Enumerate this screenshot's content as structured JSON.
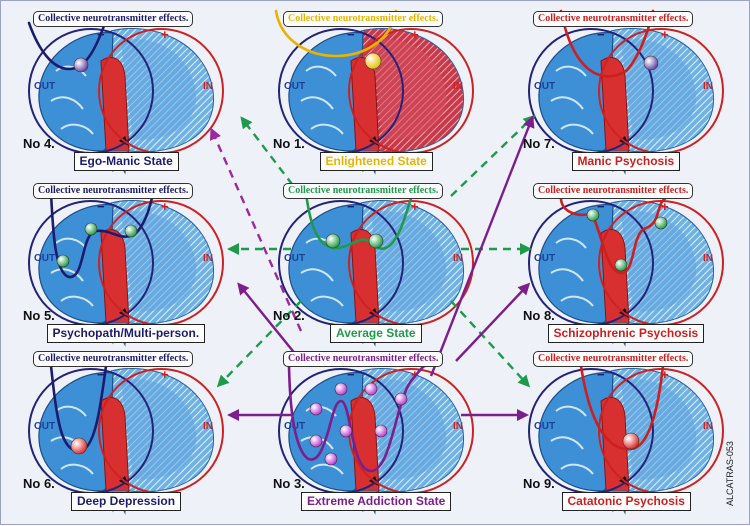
{
  "header_text": "Collective neurotransmitter effects.",
  "out_label": "OUT",
  "in_label": "IN",
  "minus_sign": "−",
  "plus_sign": "+",
  "credit": "ALCATRAS-053",
  "colors": {
    "brain_blue": "#3d8fd6",
    "hemisphere_blue": "#3a6fb8",
    "circle_out": "#23237a",
    "circle_in": "#cc2222",
    "arrow_green": "#1e9b4a",
    "arrow_purple": "#7c1e8c",
    "arrow_dashed_purple": "#9a2a9e",
    "gold": "#e8b400"
  },
  "panels": [
    {
      "id": "no4",
      "number": "No 4.",
      "label": "Ego-Manic State",
      "color": "#1c1c6e",
      "header_color": "#1c1c6e",
      "curve": "ego",
      "balls": 1
    },
    {
      "id": "no1",
      "number": "No 1.",
      "label": "Enlightened State",
      "color": "#e8b400",
      "header_color": "#e8b400",
      "curve": "enlightened",
      "balls": 1
    },
    {
      "id": "no7",
      "number": "No 7.",
      "label": "Manic Psychosis",
      "color": "#cc1f1f",
      "header_color": "#cc1f1f",
      "curve": "manic",
      "balls": 1
    },
    {
      "id": "no5",
      "number": "No 5.",
      "label": "Psychopath/Multi-person.",
      "color": "#1c1c6e",
      "header_color": "#1c1c6e",
      "curve": "psychopath",
      "balls": 3
    },
    {
      "id": "no2",
      "number": "No 2.",
      "label": "Average State",
      "color": "#1e9b4a",
      "header_color": "#1e9b4a",
      "curve": "average",
      "balls": 2
    },
    {
      "id": "no8",
      "number": "No 8.",
      "label": "Schizophrenic Psychosis",
      "color": "#cc1f1f",
      "header_color": "#cc1f1f",
      "curve": "schizo",
      "balls": 3
    },
    {
      "id": "no6",
      "number": "No 6.",
      "label": "Deep Depression",
      "color": "#1c1c6e",
      "header_color": "#1c1c6e",
      "curve": "depression",
      "balls": 1
    },
    {
      "id": "no3",
      "number": "No 3.",
      "label": "Extreme Addiction State",
      "color": "#7c1e8c",
      "header_color": "#7c1e8c",
      "curve": "addiction",
      "balls": 8
    },
    {
      "id": "no9",
      "number": "No 9.",
      "label": "Catatonic Psychosis",
      "color": "#cc1f1f",
      "header_color": "#cc1f1f",
      "curve": "catatonic",
      "balls": 1
    }
  ]
}
